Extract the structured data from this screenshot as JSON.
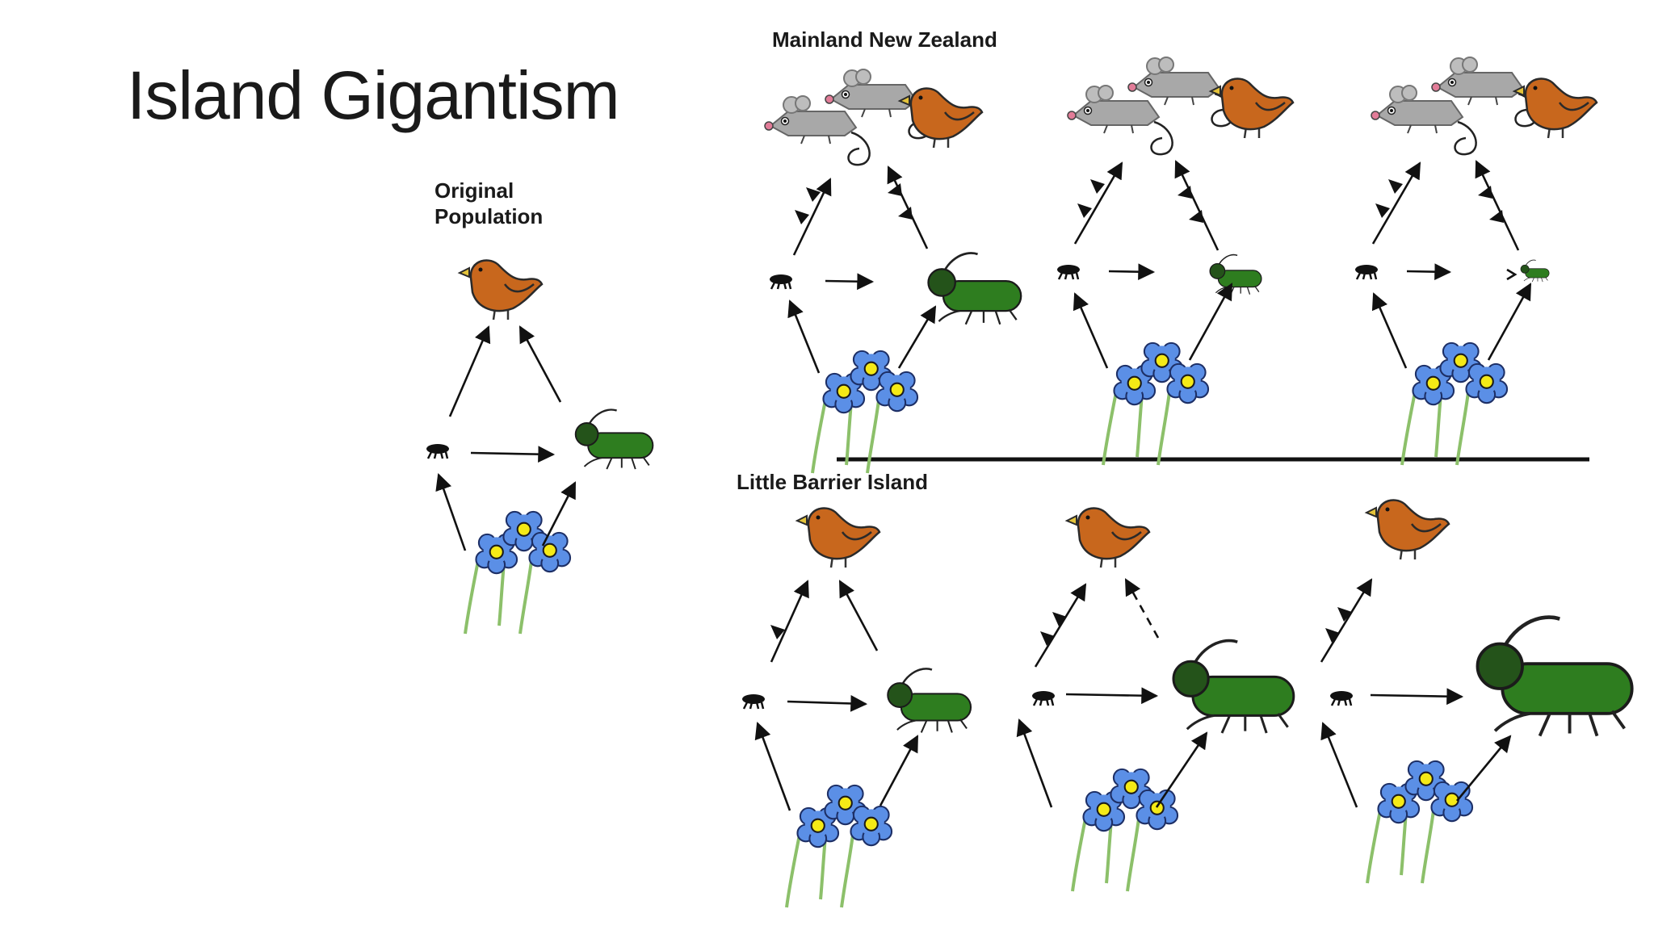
{
  "slide": {
    "title": "Island Gigantism"
  },
  "labels": {
    "original_line1": "Original",
    "original_line2": "Population",
    "mainland": "Mainland New Zealand",
    "island": "Little Barrier Island"
  },
  "colors": {
    "bird": "#c8671d",
    "mouse": "#a8a8a8",
    "beetle": "#2e7d1f",
    "beetle_head": "#24531a",
    "flower": "#5b8fe6",
    "flower_center": "#f5ea16",
    "stem": "#8cc06a",
    "predator_bug": "#111111"
  },
  "icons": [
    "bird-icon",
    "mouse-icon",
    "beetle-icon",
    "small-predator-icon",
    "flower-icon"
  ]
}
